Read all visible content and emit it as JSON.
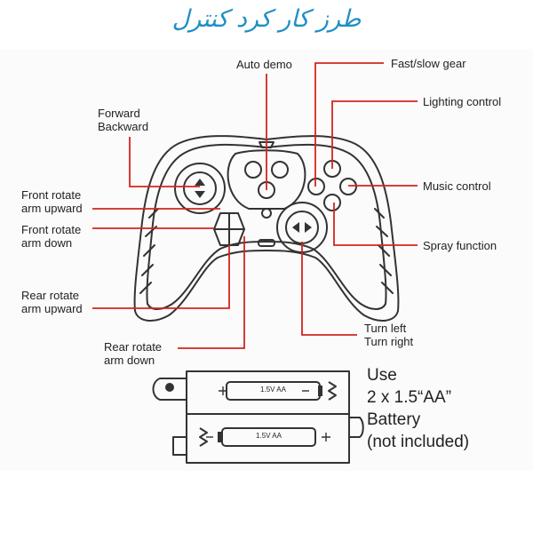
{
  "brand": {
    "text": "طرز کار کرد کنترل",
    "color": "#1f8fc6"
  },
  "colors": {
    "leader": "#d2261f",
    "outline": "#333333",
    "paper": "#fbfbfb"
  },
  "labels": {
    "auto_demo": "Auto demo",
    "fast_slow_gear": "Fast/slow gear",
    "lighting_control": "Lighting control",
    "music_control": "Music control",
    "spray_function": "Spray function",
    "forward_backward": {
      "line1": "Forward",
      "line2": "Backward"
    },
    "front_rotate_up": {
      "line1": "Front rotate",
      "line2": "arm upward"
    },
    "front_rotate_down": {
      "line1": "Front rotate",
      "line2": "arm down"
    },
    "rear_rotate_up": {
      "line1": "Rear rotate",
      "line2": "arm upward"
    },
    "rear_rotate_down": {
      "line1": "Rear rotate",
      "line2": "arm down"
    },
    "turn": {
      "line1": "Turn left",
      "line2": "Turn right"
    }
  },
  "battery_note": {
    "line1": "Use",
    "line2": "2 x 1.5“AA”",
    "line3": "Battery",
    "line4": "(not included)"
  },
  "battery_label": "1.5V AA"
}
